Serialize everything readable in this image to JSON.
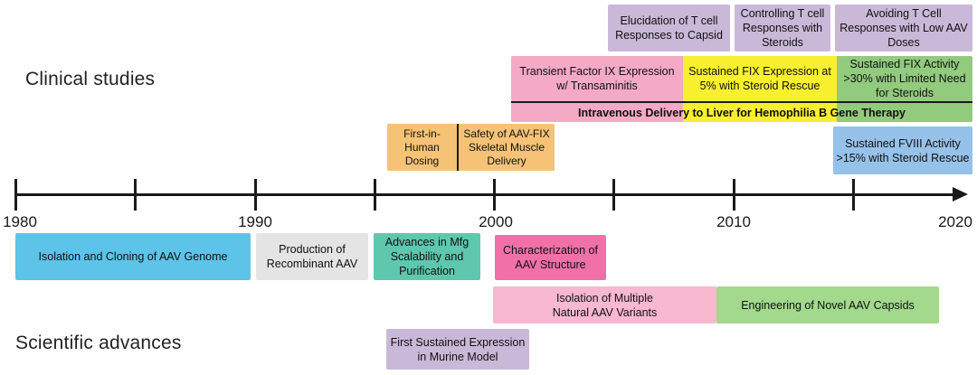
{
  "sections": {
    "clinical_label": "Clinical studies",
    "scientific_label": "Scientific advances"
  },
  "axis": {
    "year_labels": [
      "1980",
      "1990",
      "2000",
      "2010",
      "2020"
    ]
  },
  "clinical": {
    "purple_row": [
      {
        "label": "Elucidation of T cell Responses to Capsid",
        "color": "#cab8d8"
      },
      {
        "label": "Controlling T cell Responses with Steroids",
        "color": "#cab8d8"
      },
      {
        "label": "Avoiding T Cell Responses with Low AAV Doses",
        "color": "#cab8d8"
      }
    ],
    "main_block": {
      "pink_label": "Transient Factor IX Expression w/ Transaminitis",
      "pink_color": "#f4a9c4",
      "yellow_label": "Sustained FIX Expression at 5% with Steroid Rescue",
      "yellow_color": "#f8ef2f",
      "green_label": "Sustained FIX Activity >30% with Limited Need for Steroids",
      "green_color": "#92ca7e",
      "strip_label": "Intravenous Delivery to Liver for Hemophilia B Gene Therapy"
    },
    "orange_block": {
      "left_label": "First-in-Human Dosing",
      "right_label": "Safety of AAV-FIX Skeletal Muscle Delivery",
      "color": "#f6c276"
    },
    "fviii_box": {
      "label": "Sustained FVIII Activity >15% with Steroid Rescue",
      "color": "#96c1e9"
    }
  },
  "scientific": {
    "row1": [
      {
        "label": "Isolation and Cloning of AAV Genome",
        "color": "#5dc3e9"
      },
      {
        "label": "Production of Recombinant AAV",
        "color": "#e4e4e4"
      },
      {
        "label": "Advances in Mfg Scalability and Purification",
        "color": "#5fc7ae"
      },
      {
        "label": "Characterization of AAV Structure",
        "color": "#f170a8"
      }
    ],
    "row2": [
      {
        "label": "Isolation of Multiple\nNatural AAV Variants",
        "color": "#f8b8cf"
      },
      {
        "label": "Engineering of Novel AAV Capsids",
        "color": "#a2d98c"
      }
    ],
    "row3": [
      {
        "label": "First Sustained Expression\nin Murine Model",
        "color": "#cab8d8"
      }
    ]
  },
  "colors": {
    "axis": "#1a1a1a",
    "lavender": "#cab8d8",
    "pink_medium": "#f4a9c4",
    "yellow": "#f8ef2f",
    "green_medium": "#92ca7e",
    "orange": "#f6c276",
    "blue_light": "#96c1e9",
    "sky_blue": "#5dc3e9",
    "gray": "#e4e4e4",
    "teal": "#5fc7ae",
    "pink_hot": "#f170a8",
    "pink_light": "#f8b8cf",
    "green_light": "#a2d98c"
  }
}
